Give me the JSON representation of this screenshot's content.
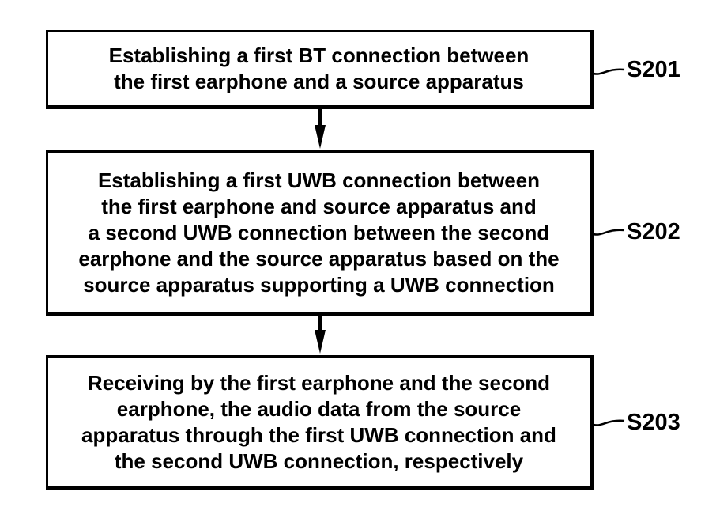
{
  "diagram": {
    "type": "flowchart",
    "colors": {
      "background": "#ffffff",
      "line": "#000000",
      "text": "#000000"
    },
    "steps": [
      {
        "label": "S201",
        "text": "Establishing a first BT connection between the first earphone and a source apparatus",
        "lines": [
          "Establishing a first BT connection between",
          "the first earphone and a source apparatus"
        ]
      },
      {
        "label": "S202",
        "text": "Establishing a first UWB connection between the first earphone and source apparatus and a second UWB connection between the second earphone and the source apparatus based on the source apparatus supporting a UWB connection",
        "lines": [
          "Establishing a first UWB connection between",
          "the first earphone and source apparatus and",
          "a second UWB connection between the second",
          "earphone and the source apparatus based on the",
          "source apparatus supporting a UWB connection"
        ]
      },
      {
        "label": "S203",
        "text": "Receiving by the first earphone and the second earphone, the audio data from the source apparatus through the first UWB connection and the second UWB connection, respectively",
        "lines": [
          "Receiving by the first earphone and the second",
          "earphone, the audio data from the source",
          "apparatus through the first UWB connection and",
          "the second UWB connection, respectively"
        ]
      }
    ]
  }
}
